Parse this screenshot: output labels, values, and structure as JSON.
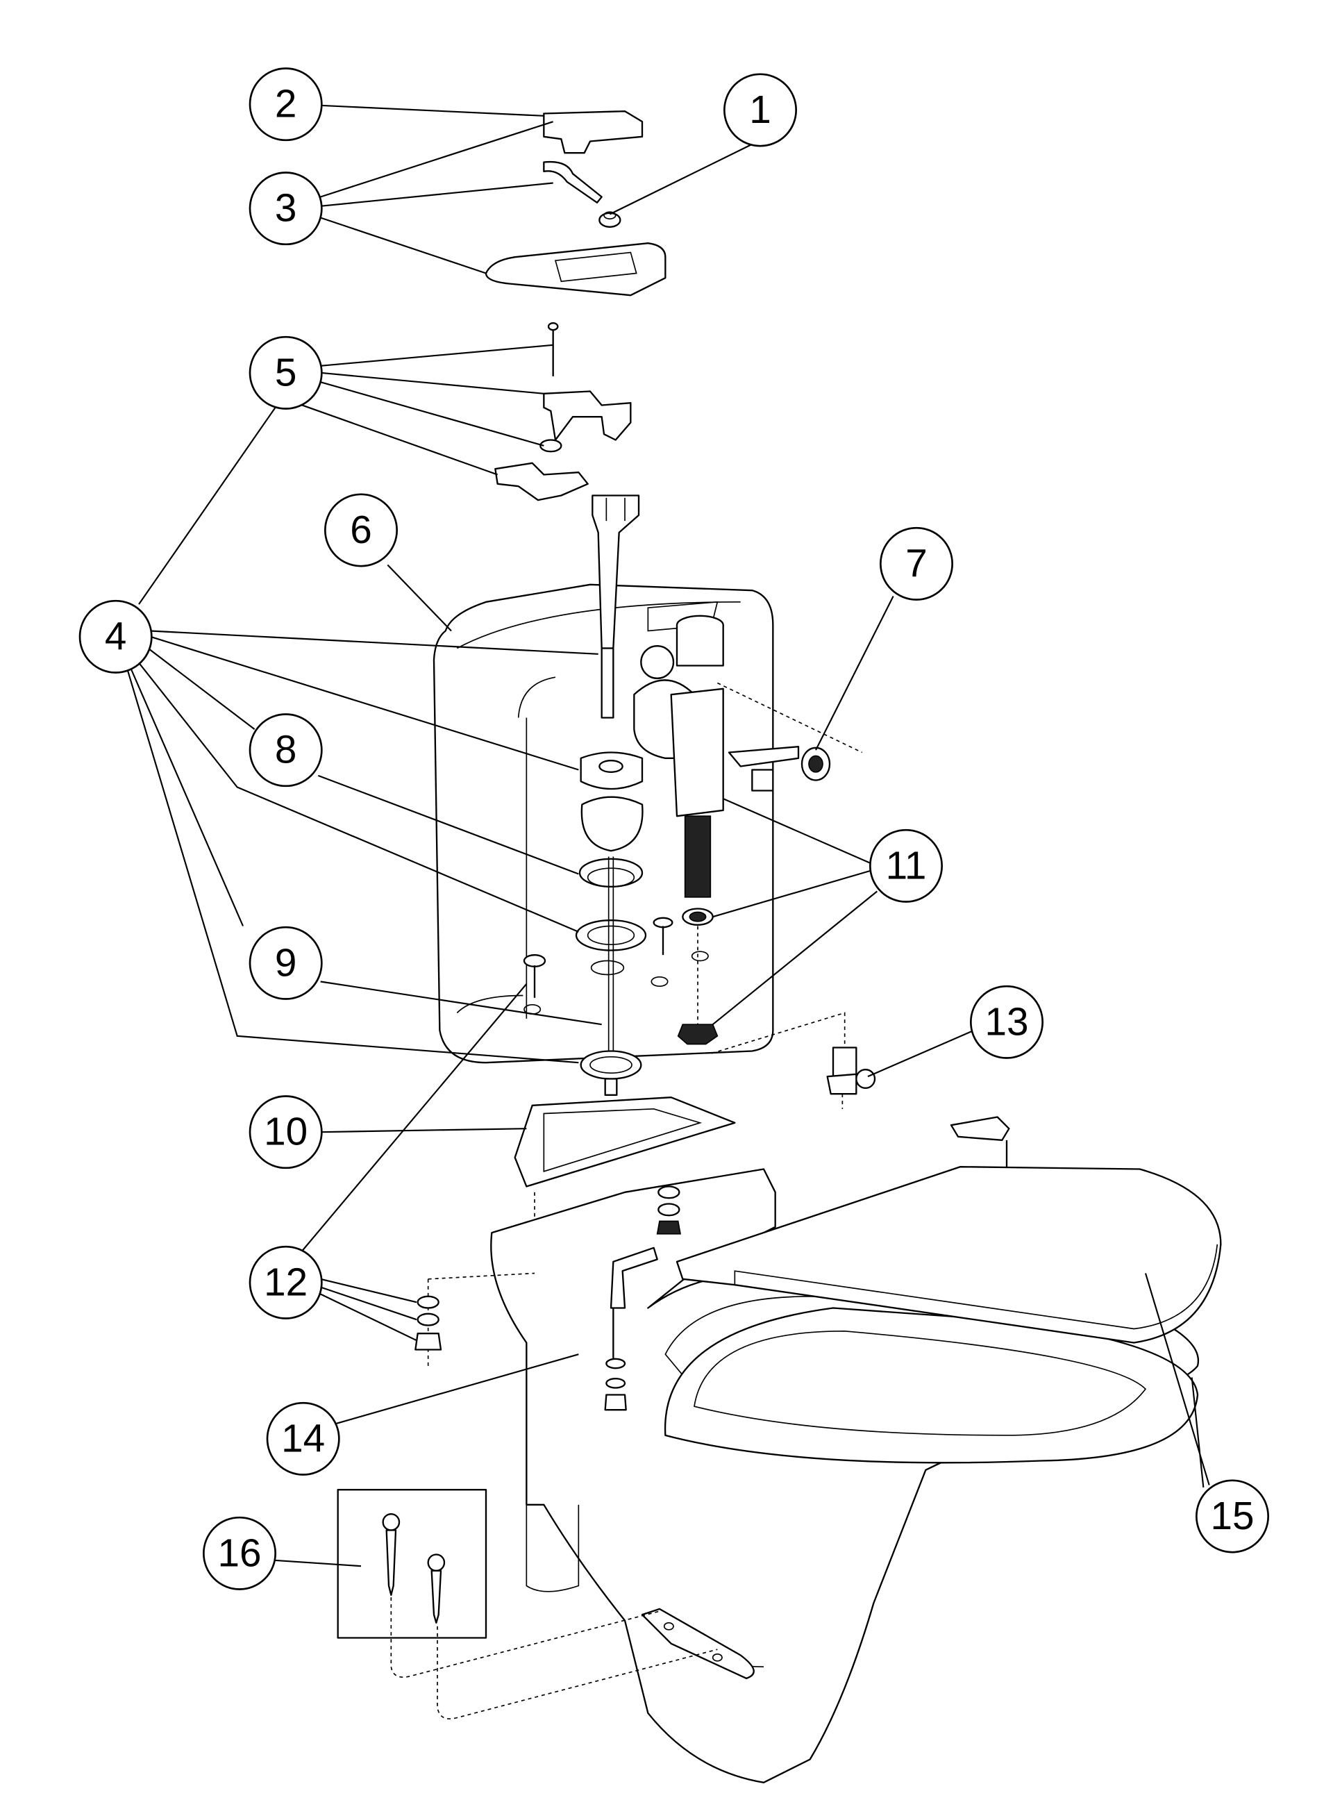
{
  "diagram": {
    "type": "exploded parts diagram",
    "callouts": [
      "1",
      "2",
      "3",
      "4",
      "5",
      "6",
      "7",
      "8",
      "9",
      "10",
      "11",
      "12",
      "13",
      "14",
      "15",
      "16"
    ]
  }
}
